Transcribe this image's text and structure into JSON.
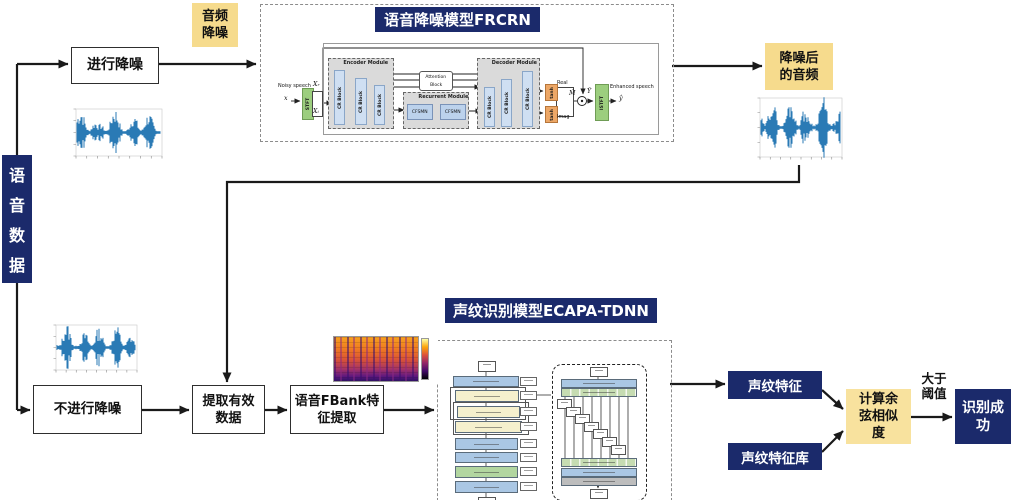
{
  "colors": {
    "navy": "#1b2a6b",
    "yellow": "#f6db8d",
    "yellow_light": "#f8e29e",
    "line": "#1a1a1a",
    "wave": "#2a7ab5"
  },
  "source": {
    "chars": [
      "语",
      "音",
      "数",
      "据"
    ]
  },
  "flow_top": {
    "denoise": "进行降噪",
    "audio_denoise_lines": [
      "音频",
      "降噪"
    ],
    "denoised_audio_lines": [
      "降噪后",
      "的音频"
    ]
  },
  "frcrn": {
    "title": "语音降噪模型FRCRN",
    "noisy_speech": "Noisy speech",
    "x_in": "x",
    "stft": "STFT",
    "x_r": "Xᵣ",
    "x_i": "Xᵢ",
    "encoder_title": "Encoder Module",
    "cr_block": "CR Block",
    "attention_lines": [
      "Attention",
      "Block"
    ],
    "recurrent_title": "Recurrent Module",
    "cfsmn": "CFSMN",
    "decoder_title": "Decoder Module",
    "tanh": "tanh",
    "real": "Real",
    "imag": "Imag",
    "m_hat": "M̂",
    "y_hat": "Ŷ",
    "istft": "ISTFT",
    "enhanced_speech": "Enhanced speech",
    "y_out": "ŷ"
  },
  "flow_bottom": {
    "no_denoise": "不进行降噪",
    "extract_lines": [
      "提取有效",
      "数据"
    ],
    "fbank_lines": [
      "语音FBank特",
      "征提取"
    ]
  },
  "ecapa": {
    "title": "声纹识别模型ECAPA-TDNN"
  },
  "result": {
    "feature": "声纹特征",
    "feature_db": "声纹特征库",
    "cosine_lines": [
      "计算余",
      "弦相似",
      "度"
    ],
    "threshold_lines": [
      "大于",
      "阈值"
    ],
    "success_lines": [
      "识别成",
      "功"
    ]
  }
}
